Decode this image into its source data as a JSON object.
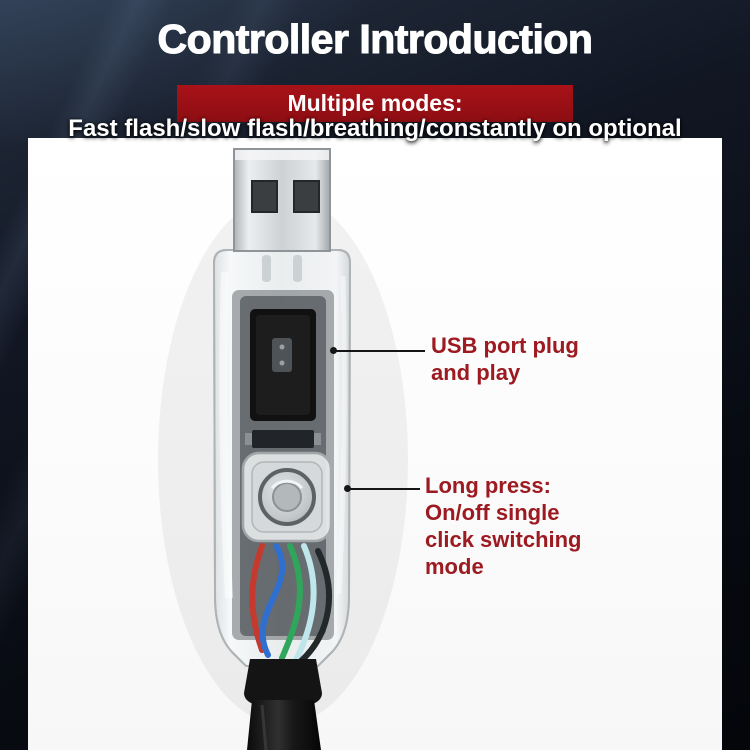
{
  "header": {
    "title": "Controller Introduction"
  },
  "banner": {
    "heading": "Multiple modes:",
    "subheading": "Fast flash/slow flash/breathing/constantly on optional"
  },
  "annotations": {
    "usb_port": {
      "lines": [
        "USB port plug",
        "and play"
      ]
    },
    "power_button": {
      "lines": [
        "Long press:",
        "On/off single",
        "click switching",
        "mode"
      ]
    }
  },
  "colors": {
    "background_dark": "#0a0e16",
    "banner_red": "#9c1016",
    "annotation_red": "#9c1a20",
    "panel_white": "#fdfdfd",
    "wire_red": "#c43a2f",
    "wire_blue": "#2e6fd0",
    "wire_green": "#2fa65c",
    "wire_teal": "#bfe6ea",
    "cable_black": "#141414"
  }
}
